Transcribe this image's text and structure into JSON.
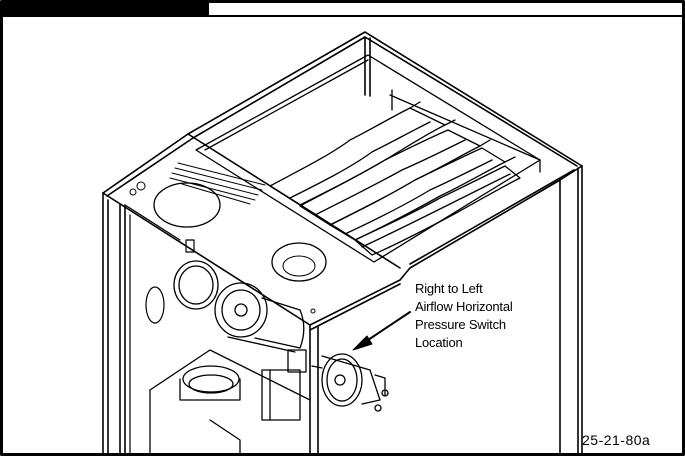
{
  "callout": {
    "lines": [
      "Right to Left",
      "Airflow Horizontal",
      "Pressure Switch",
      "Location"
    ]
  },
  "figure_id": "25-21-80a",
  "icons": [
    "arrow-icon"
  ]
}
